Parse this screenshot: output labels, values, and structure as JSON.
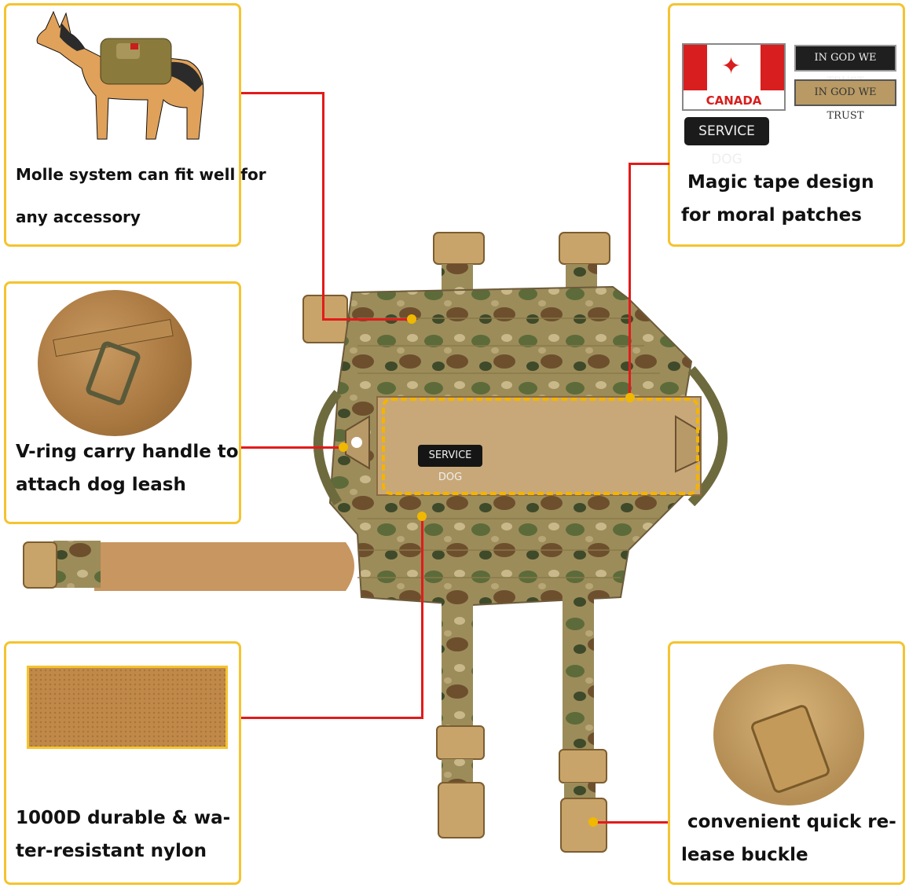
{
  "features": {
    "molle": {
      "line1": "Molle system can fit well for",
      "line2": "any accessory"
    },
    "magic_tape": {
      "line1": "Magic tape design",
      "line2": "for moral patches"
    },
    "vring": {
      "line1": "V-ring carry handle to",
      "line2": "attach dog leash"
    },
    "nylon": {
      "line1": "1000D durable & wa-",
      "line2": "ter-resistant nylon"
    },
    "buckle": {
      "line1": "convenient quick re-",
      "line2": "lease buckle"
    }
  },
  "patches": {
    "canada": "CANADA",
    "trust1": "IN GOD WE TRUST",
    "trust2": "IN GOD WE TRUST",
    "service_dog": "SERVICE DOG"
  },
  "vest_patch": "SERVICE DOG",
  "colors": {
    "frame": "#f4c430",
    "callout_line": "#e21b1b",
    "marker": "#f0b800",
    "coyote": "#c8a473"
  }
}
